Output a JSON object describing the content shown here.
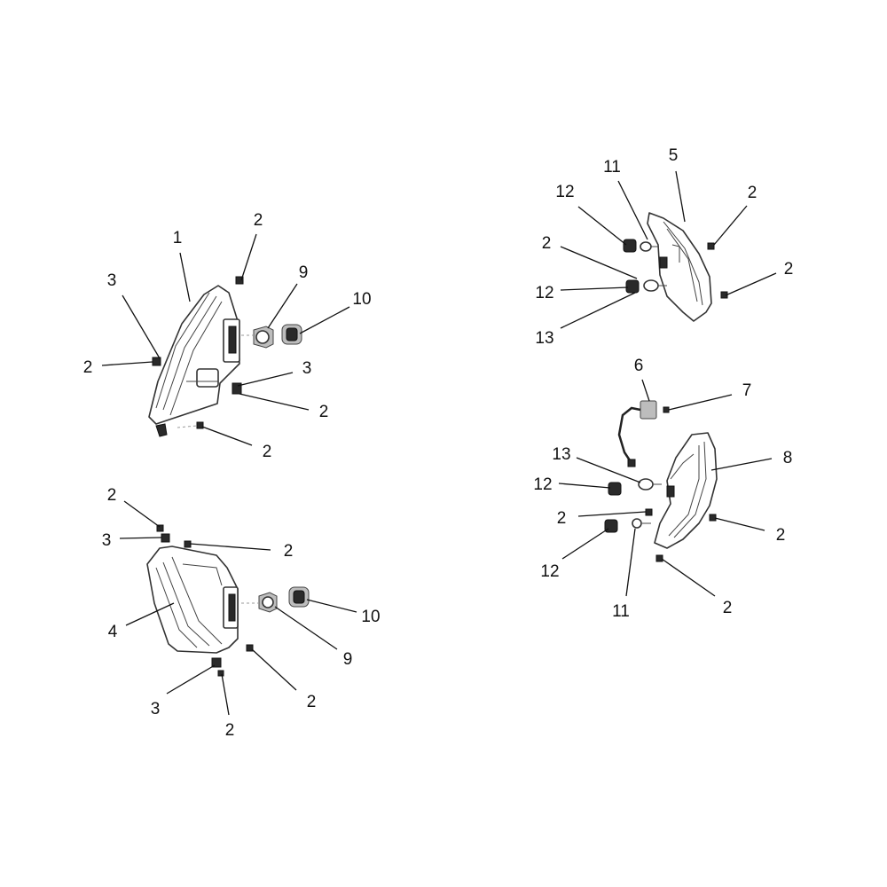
{
  "diagram": {
    "callouts": {
      "a1": "1",
      "a2a": "2",
      "a2b": "2",
      "a2c": "2",
      "a2d": "2",
      "a3a": "3",
      "a3b": "3",
      "a9": "9",
      "a10": "10",
      "b2a": "2",
      "b2b": "2",
      "b2c": "2",
      "b2d": "2",
      "b3a": "3",
      "b3b": "3",
      "b4": "4",
      "b9": "9",
      "b10": "10",
      "c2a": "2",
      "c2b": "2",
      "c2c": "2",
      "c5": "5",
      "c11": "11",
      "c12a": "12",
      "c12b": "12",
      "c13": "13",
      "d2a": "2",
      "d2b": "2",
      "d2c": "2",
      "d6": "6",
      "d7": "7",
      "d8": "8",
      "d11": "11",
      "d12a": "12",
      "d12b": "12",
      "d13": "13"
    }
  }
}
